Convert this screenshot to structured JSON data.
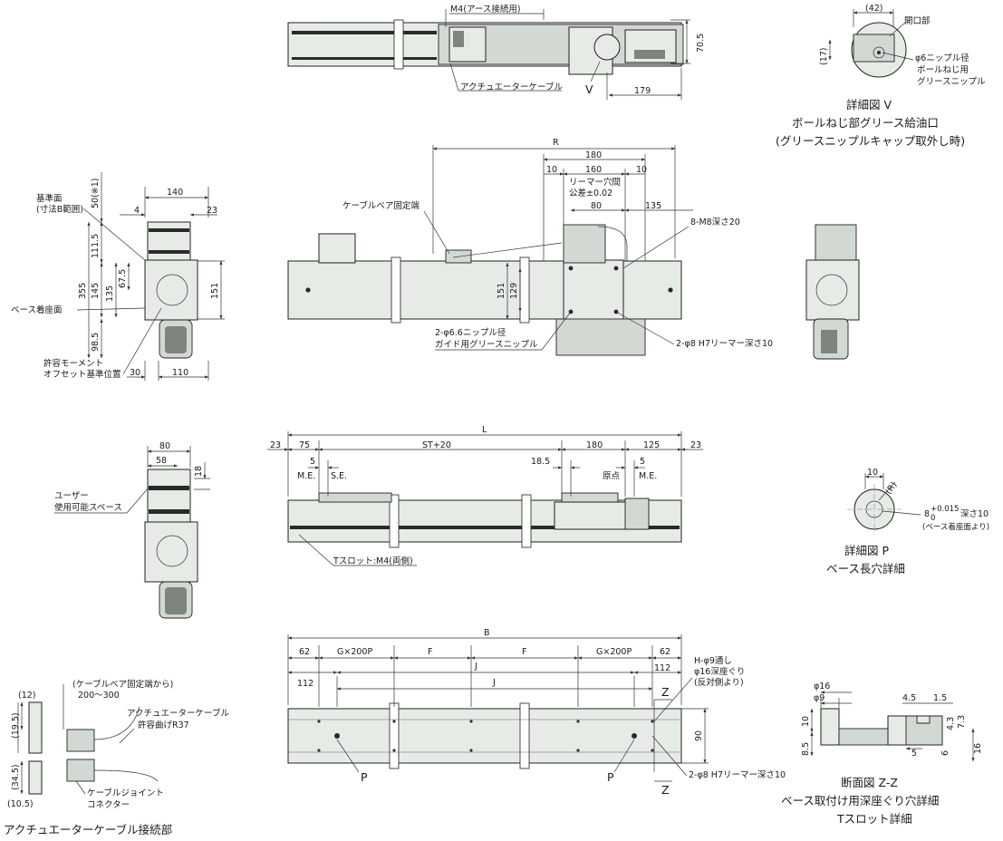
{
  "top_view": {
    "earth_label": "M4(アース接続用)",
    "cable_label": "アクチュエーターケーブル",
    "v_marker": "V",
    "dim_179": "179",
    "dim_705": "70.5"
  },
  "detail_v": {
    "dim_42": "(42)",
    "dim_17": "(17)",
    "opening": "開口部",
    "nipple_1": "φ6ニップル径",
    "nipple_2": "ボールねじ用",
    "nipple_3": "グリースニップル",
    "caption_1": "詳細図 V",
    "caption_2": "ボールねじ部グリース給油口",
    "caption_3": "(グリースニップルキャップ取外し時)"
  },
  "side_view": {
    "d140": "140",
    "d4": "4",
    "d23": "23",
    "d50": "50(※1)",
    "d1115": "111.5",
    "d355": "355",
    "d145": "145",
    "d135": "135",
    "d675": "67.5",
    "d151": "151",
    "d985": "98.5",
    "d30": "30",
    "d110": "110",
    "ref_surface": "基準面",
    "ref_surface_sub": "(寸法B範囲)",
    "base_seat": "ベース着座面",
    "moment_1": "許容モーメント",
    "moment_2": "オフセット基準位置"
  },
  "front_view": {
    "R": "R",
    "d180": "180",
    "d10a": "10",
    "d160": "160",
    "d10b": "10",
    "reamer_1": "リーマー穴間",
    "reamer_2": "公差±0.02",
    "d80": "80",
    "d135": "135",
    "m8": "8-M8深さ20",
    "cable_fixed": "ケーブルベア固定端",
    "d151": "151",
    "d129": "129",
    "nipple_1": "2-φ6.6ニップル径",
    "nipple_2": "ガイド用グリースニップル",
    "h7": "2-φ8 H7リーマー深さ10"
  },
  "stroke_view": {
    "L": "L",
    "d23a": "23",
    "d75": "75",
    "st": "ST+20",
    "d180": "180",
    "d125": "125",
    "d23b": "23",
    "d5a": "5",
    "me1": "M.E.",
    "se": "S.E.",
    "d185": "18.5",
    "d5b": "5",
    "origin": "原点",
    "me2": "M.E.",
    "tslot": "Tスロット:M4(両側)"
  },
  "user_space": {
    "d80": "80",
    "d58": "58",
    "d18": "18",
    "label_1": "ユーザー",
    "label_2": "使用可能スペース"
  },
  "detail_p": {
    "d10": "10",
    "R": "(R)",
    "depth_main": "8",
    "tol_upper": "+0.015",
    "tol_lower": "0",
    "depth_text": "深さ10",
    "depth_sub": "(ベース着座面より)",
    "caption_1": "詳細図 P",
    "caption_2": "ベース長穴詳細"
  },
  "bottom_view": {
    "B": "B",
    "d62a": "62",
    "g200a": "G×200P",
    "F1": "F",
    "F2": "F",
    "g200b": "G×200P",
    "d62b": "62",
    "d112a": "112",
    "J1": "J",
    "J2": "J",
    "d112b": "112",
    "Z1": "Z",
    "Z2": "Z",
    "h9_1": "H-φ9通し",
    "h9_2": "φ16深座ぐり",
    "h9_3": "(反対側より)",
    "d90": "90",
    "P1": "P",
    "P2": "P",
    "h7": "2-φ8 H7リーマー深さ10"
  },
  "connection": {
    "d12": "(12)",
    "d195": "(19.5)",
    "d345": "(34.5)",
    "d105": "(10.5)",
    "range_1": "(ケーブルベア固定端から)",
    "range_2": "200〜300",
    "bend_1": "アクチュエーターケーブル",
    "bend_2": "許容曲げR37",
    "joint_1": "ケーブルジョイント",
    "joint_2": "コネクター",
    "caption": "アクチュエーターケーブル接続部"
  },
  "section_zz": {
    "d16": "φ16",
    "d9": "φ9",
    "d45": "4.5",
    "d15": "1.5",
    "d10": "10",
    "d85": "8.5",
    "d5": "5",
    "d6": "6",
    "d43": "4.3",
    "d73": "7.3",
    "d16b": "16",
    "caption_1": "断面図 Z-Z",
    "caption_2": "ベース取付け用深座ぐり穴詳細",
    "caption_3": "Tスロット詳細"
  }
}
